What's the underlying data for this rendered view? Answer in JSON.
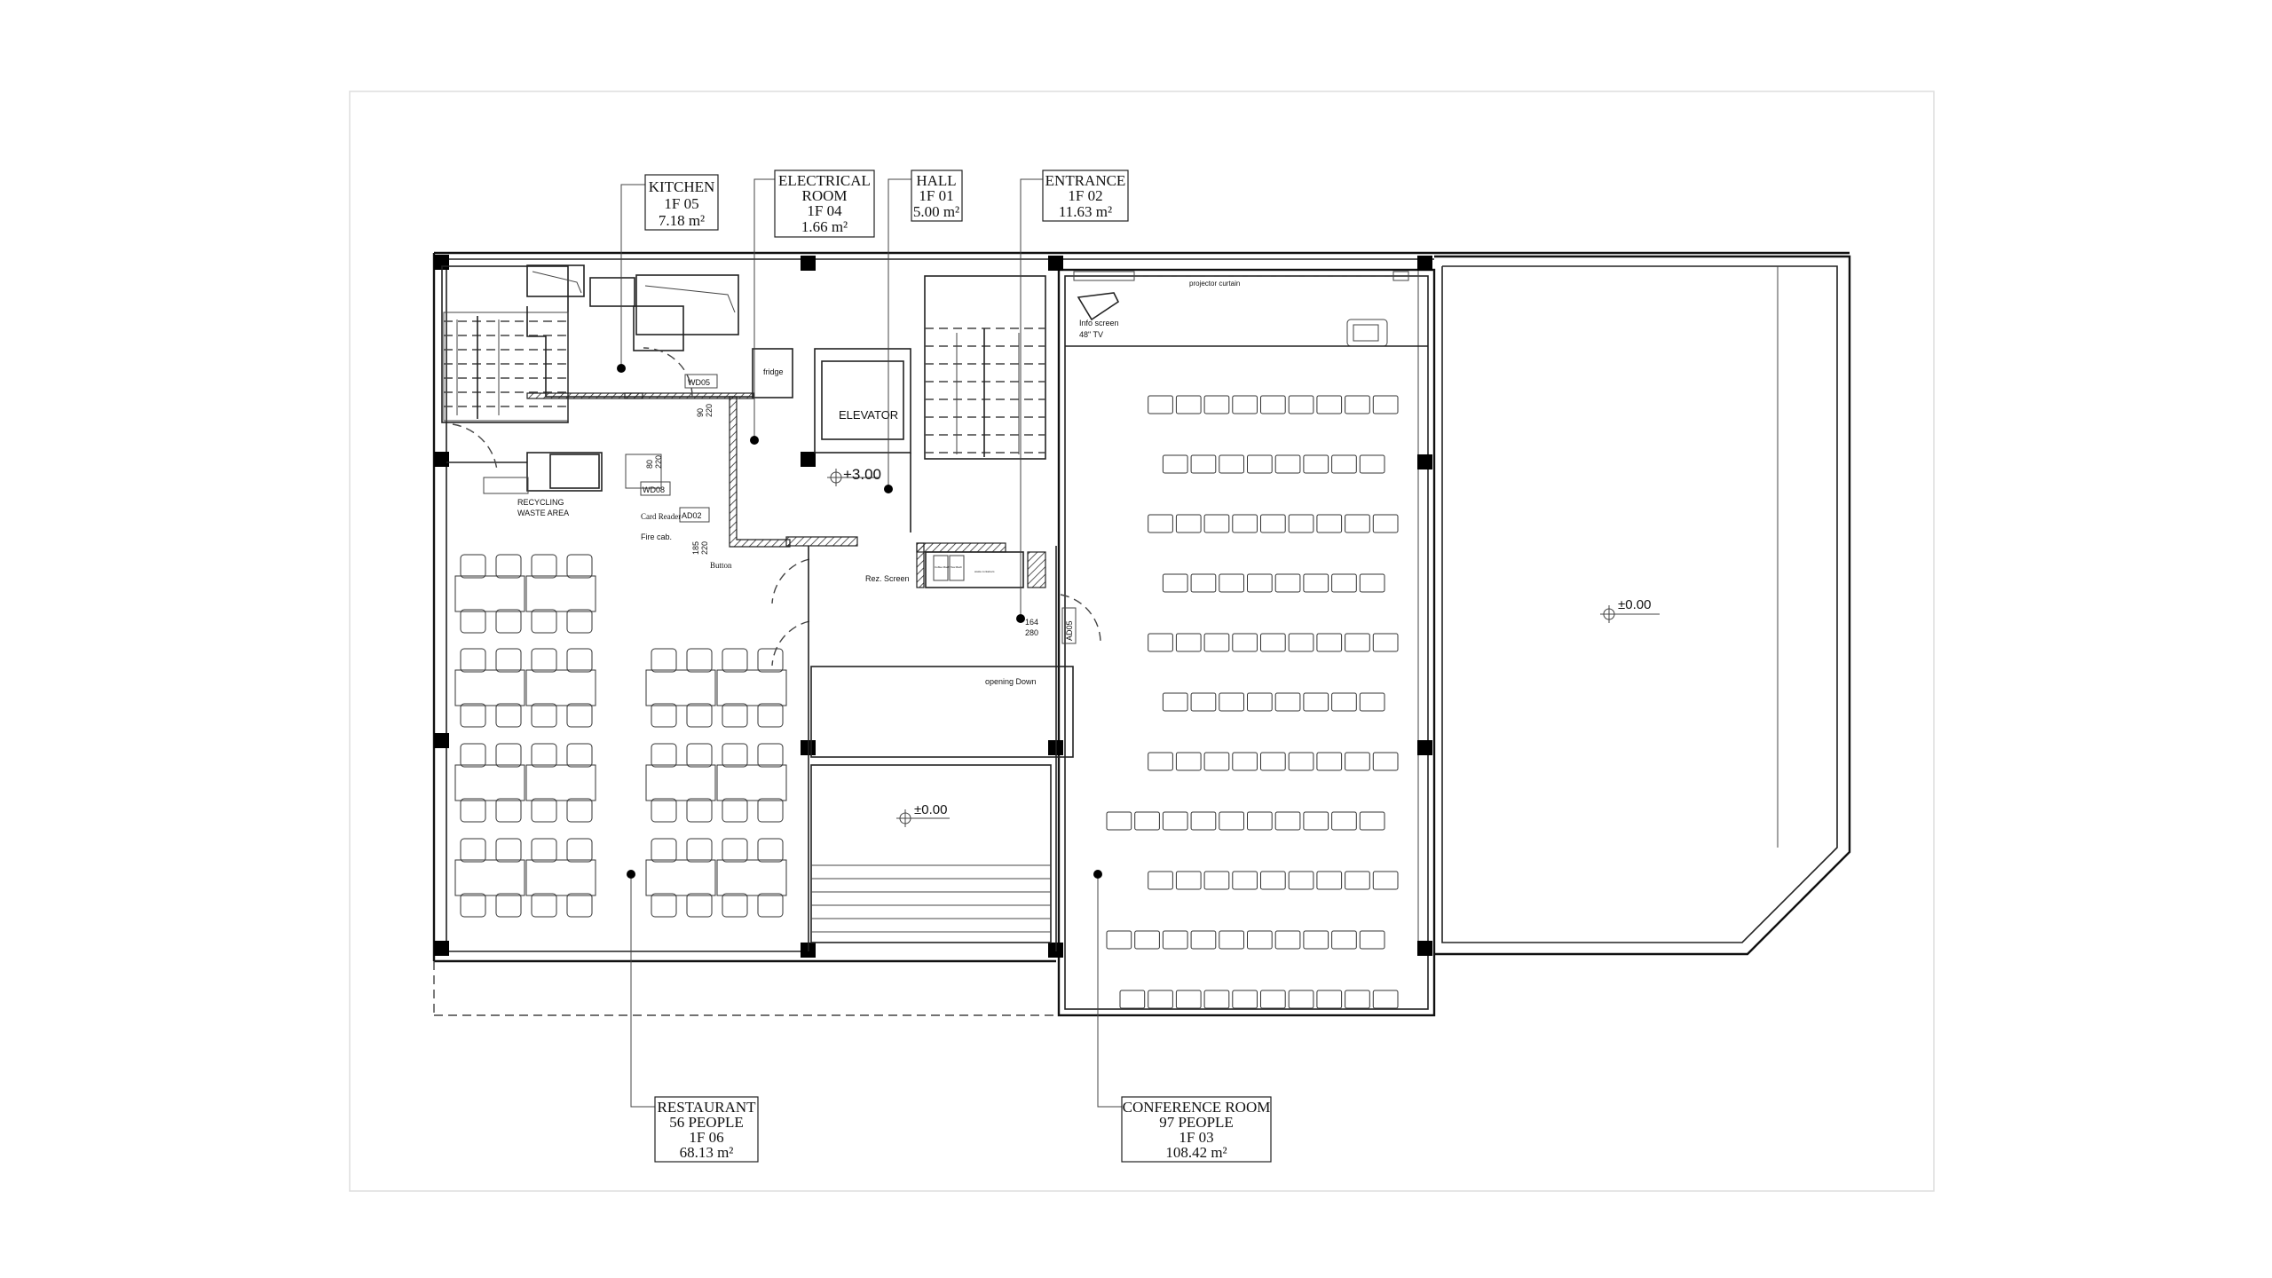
{
  "labels": {
    "kitchen": {
      "name": "KITCHEN",
      "code": "1F 05",
      "area": "7.18 m²"
    },
    "electrical": {
      "name1": "ELECTRICAL",
      "name2": "ROOM",
      "code": "1F 04",
      "area": "1.66 m²"
    },
    "hall": {
      "name": "HALL",
      "code": "1F 01",
      "area": "5.00 m²"
    },
    "entrance": {
      "name": "ENTRANCE",
      "code": "1F 02",
      "area": "11.63 m²"
    },
    "restaurant": {
      "name": "RESTAURANT",
      "people": "56 PEOPLE",
      "code": "1F 06",
      "area": "68.13 m²"
    },
    "conference": {
      "name": "CONFERENCE ROOM",
      "people": "97 PEOPLE",
      "code": "1F 03",
      "area": "108.42 m²"
    }
  },
  "annotations": {
    "elevator": "ELEVATOR",
    "fridge": "fridge",
    "recycling1": "RECYCLING",
    "recycling2": "WASTE AREA",
    "wd05": "WD05",
    "wd05_w": "90",
    "wd05_h": "220",
    "wd08": "WD08",
    "wd08_w": "80",
    "wd08_h": "220",
    "ad02": "AD02",
    "ad02_w": "185",
    "ad02_h": "220",
    "ad05": "AD05",
    "ad05_w": "164",
    "ad05_h": "280",
    "card_reader": "Card Reader",
    "fire_cab": "Fire cab.",
    "button": "Button",
    "rez_screen": "Rez. Screen",
    "coffee": "Coffee Mach",
    "tea": "Tea Mach",
    "waste": "waste containers",
    "projector_curtain": "projector curtain",
    "info_screen": "Info screen",
    "tv": "48\" TV",
    "opening": "opening  Down",
    "level_upper": "+3.00",
    "level_ground": "±0.00",
    "level_right": "±0.00"
  },
  "conference_rows": [
    9,
    8,
    9,
    8,
    9,
    8,
    9,
    10,
    9,
    10,
    10
  ],
  "restaurant_tables": {
    "left_groups": 4,
    "right_groups": 3,
    "chairs_per_group": 8
  }
}
